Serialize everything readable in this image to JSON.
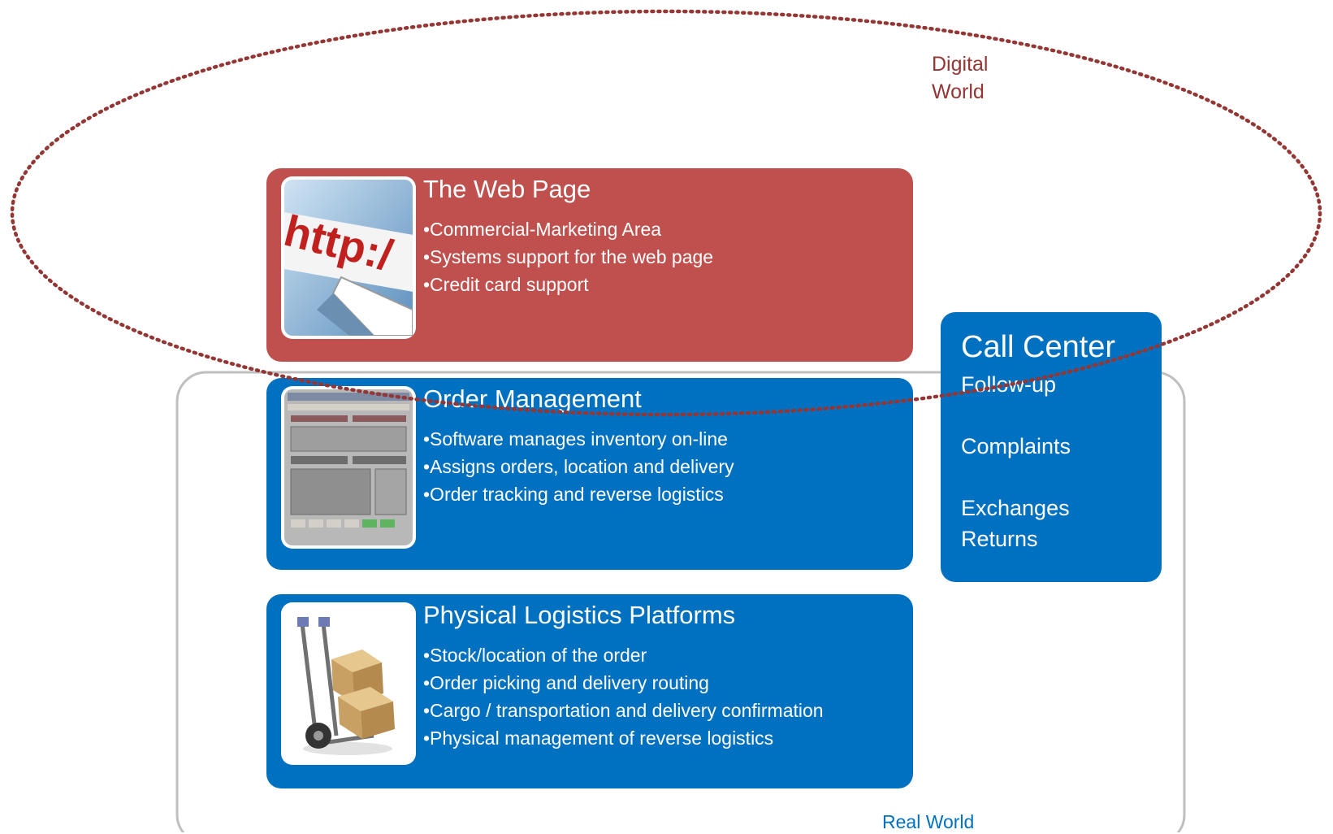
{
  "regions": {
    "digital": {
      "label_line1": "Digital",
      "label_line2": "World",
      "color": "#943634"
    },
    "real": {
      "label": "Real World",
      "color": "#0070c0"
    }
  },
  "colors": {
    "web": "#c0504d",
    "blue": "#0070c0",
    "outline": "#bfbfbf"
  },
  "web_page": {
    "title": "The Web Page",
    "items": [
      "•Commercial-Marketing Area",
      "•Systems support for the web page",
      "•Credit card support"
    ],
    "image": "http-address-image"
  },
  "order_management": {
    "title": "Order Management",
    "items": [
      "•Software manages inventory on-line",
      "•Assigns orders, location and delivery",
      "•Order tracking and reverse logistics"
    ],
    "image": "software-screen-image"
  },
  "logistics": {
    "title": "Physical Logistics Platforms",
    "items": [
      "•Stock/location of the order",
      "•Order picking and delivery routing",
      "•Cargo / transportation and delivery confirmation",
      "•Physical management of reverse logistics"
    ],
    "image": "hand-truck-boxes-image"
  },
  "call_center": {
    "title": "Call Center",
    "items": [
      "Follow-up",
      "Complaints",
      "Exchanges",
      "Returns"
    ]
  }
}
